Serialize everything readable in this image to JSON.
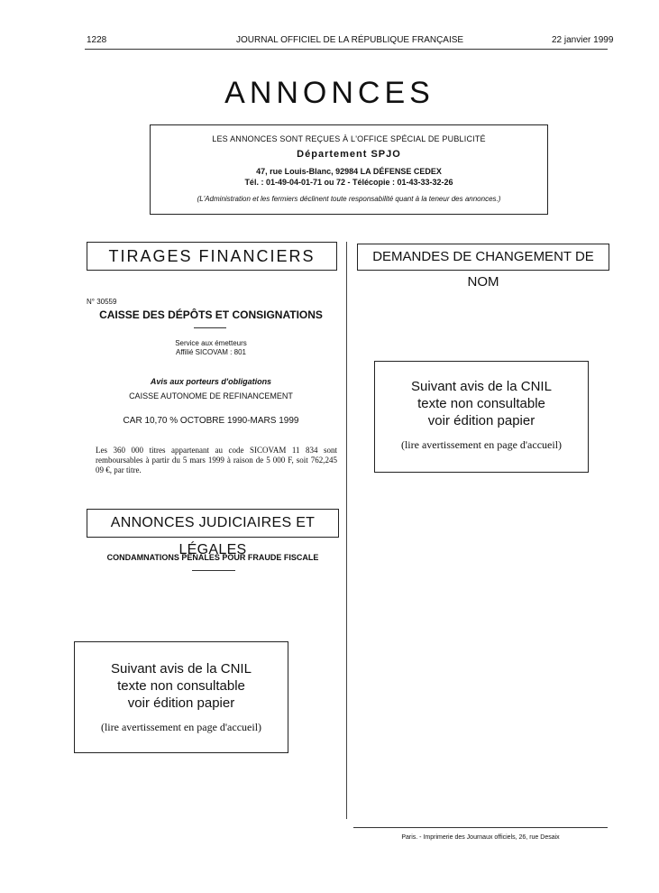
{
  "header": {
    "page_number": "1228",
    "journal_title": "JOURNAL OFFICIEL DE LA RÉPUBLIQUE FRANÇAISE",
    "date": "22 janvier 1999"
  },
  "page_title": "ANNONCES",
  "notice_box": {
    "line1": "LES ANNONCES SONT REÇUES À L'OFFICE SPÉCIAL DE PUBLICITÉ",
    "department": "Département SPJO",
    "address": "47, rue Louis-Blanc, 92984 LA DÉFENSE CEDEX",
    "phones": "Tél. : 01-49-04-01-71 ou 72 - Télécopie : 01-43-33-32-26",
    "disclaimer": "(L'Administration et les fermiers déclinent toute responsabilité quant à la teneur des annonces.)"
  },
  "left_column": {
    "section1_title": "TIRAGES FINANCIERS",
    "notice_number": "N° 30559",
    "org_name": "CAISSE DES DÉPÔTS ET CONSIGNATIONS",
    "service_line1": "Service aux émetteurs",
    "service_line2": "Affilié SICOVAM : 801",
    "avis_title": "Avis aux porteurs d'obligations",
    "caisse": "CAISSE AUTONOME DE REFINANCEMENT",
    "car_line": "CAR 10,70 % OCTOBRE 1990-MARS 1999",
    "body_text": "Les 360 000 titres appartenant au code SICOVAM 11 834 sont remboursables à partir du 5 mars 1999 à raison de 5 000 F, soit 762,245 09 €, par titre.",
    "section2_title": "ANNONCES JUDICIAIRES ET LÉGALES",
    "condamnations": "CONDAMNATIONS PÉNALES POUR FRAUDE FISCALE",
    "cnil": {
      "line1": "Suivant avis de la CNIL",
      "line2": "texte non consultable",
      "line3": "voir édition papier",
      "note": "(lire avertissement en page d'accueil)"
    }
  },
  "right_column": {
    "section_title": "DEMANDES DE CHANGEMENT DE NOM",
    "cnil": {
      "line1": "Suivant avis de la CNIL",
      "line2": "texte non consultable",
      "line3": "voir édition papier",
      "note": "(lire avertissement en page d'accueil)"
    }
  },
  "footer": {
    "imprint": "Paris. - Imprimerie des Journaux officiels, 26, rue Desaix"
  }
}
